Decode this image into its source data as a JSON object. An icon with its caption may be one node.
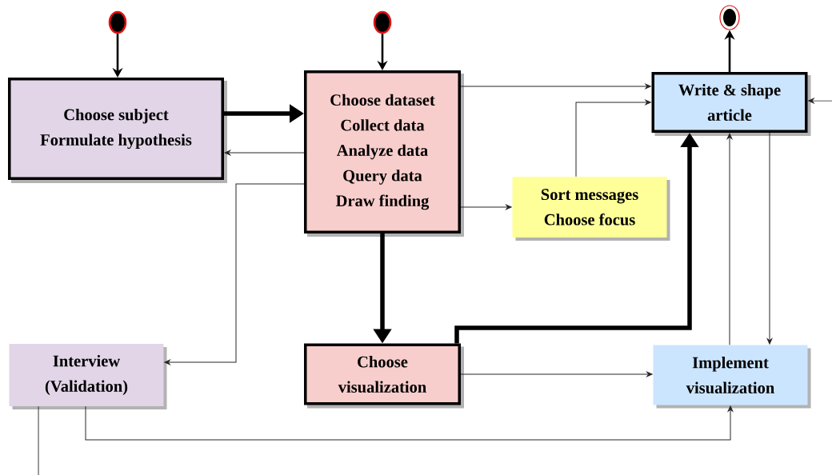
{
  "diagram": {
    "nodes": [
      {
        "text": [],
        "shape": "circle"
      },
      {
        "text": [],
        "shape": "circle"
      },
      {
        "text": [],
        "shape": "bullseye"
      },
      {
        "text": [
          "Choose subject",
          "Formulate hypothesis"
        ]
      },
      {
        "text": [
          "Choose dataset",
          "Collect data",
          "Analyze data",
          "Query data",
          "Draw finding"
        ]
      },
      {
        "text": [
          "Write & shape article"
        ]
      },
      {
        "text": [
          "Sort messages",
          "Choose focus"
        ]
      },
      {
        "text": [
          "Interview (Validation)"
        ]
      },
      {
        "text": [
          "Choose visualization"
        ]
      },
      {
        "text": [
          "Implement visualization"
        ]
      }
    ],
    "edges": [
      {
        "from": 0,
        "to": 3,
        "arrow": "to",
        "style": "thick"
      },
      {
        "from": 1,
        "to": 4,
        "arrow": "to",
        "style": "thick"
      },
      {
        "from": 5,
        "to": 2,
        "arrow": "to",
        "style": "thick"
      },
      {
        "from": 3,
        "to": 4,
        "arrow": "to",
        "style": "thick"
      },
      {
        "from": 4,
        "to": 3,
        "arrow": "to"
      },
      {
        "from": 4,
        "to": 7,
        "arrow": "to"
      },
      {
        "from": 4,
        "to": 5,
        "arrow": "to"
      },
      {
        "from": 4,
        "to": 6,
        "arrow": "to"
      },
      {
        "from": 6,
        "to": 5,
        "arrow": "to"
      },
      {
        "from": 4,
        "to": 8,
        "arrow": "to",
        "style": "thick"
      },
      {
        "from": 8,
        "to": 5,
        "arrow": "to",
        "style": "thick"
      },
      {
        "from": 8,
        "to": 9,
        "arrow": "to"
      },
      {
        "from": 9,
        "to": 5,
        "arrow": "to"
      },
      {
        "from": 5,
        "to": 9,
        "arrow": "to"
      },
      {
        "from": 7,
        "to": 9,
        "arrow": "to"
      },
      {
        "from": 7,
        "to": null,
        "arrow": "none"
      },
      {
        "from": null,
        "to": 5,
        "arrow": "to"
      }
    ]
  }
}
